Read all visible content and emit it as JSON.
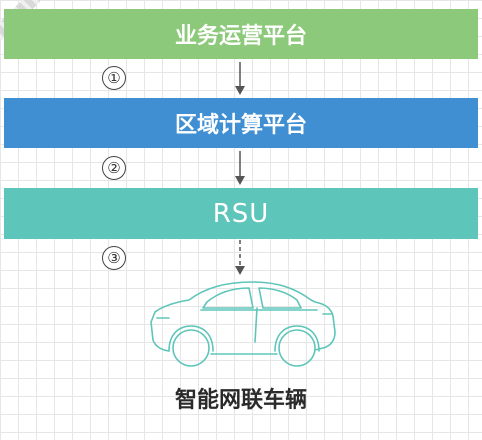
{
  "bands": {
    "business_platform": "业务运营平台",
    "edge_platform": "区域计算平台",
    "rsu": "RSU"
  },
  "steps": [
    "①",
    "②",
    "③"
  ],
  "vehicle": {
    "caption": "智能网联车辆",
    "icon": "car-icon"
  },
  "colors": {
    "business_band": "#8cc97a",
    "edge_band": "#3f8fd2",
    "rsu_band": "#5ec5ba",
    "car_outline": "#5ec5ba",
    "arrow": "#555555"
  }
}
